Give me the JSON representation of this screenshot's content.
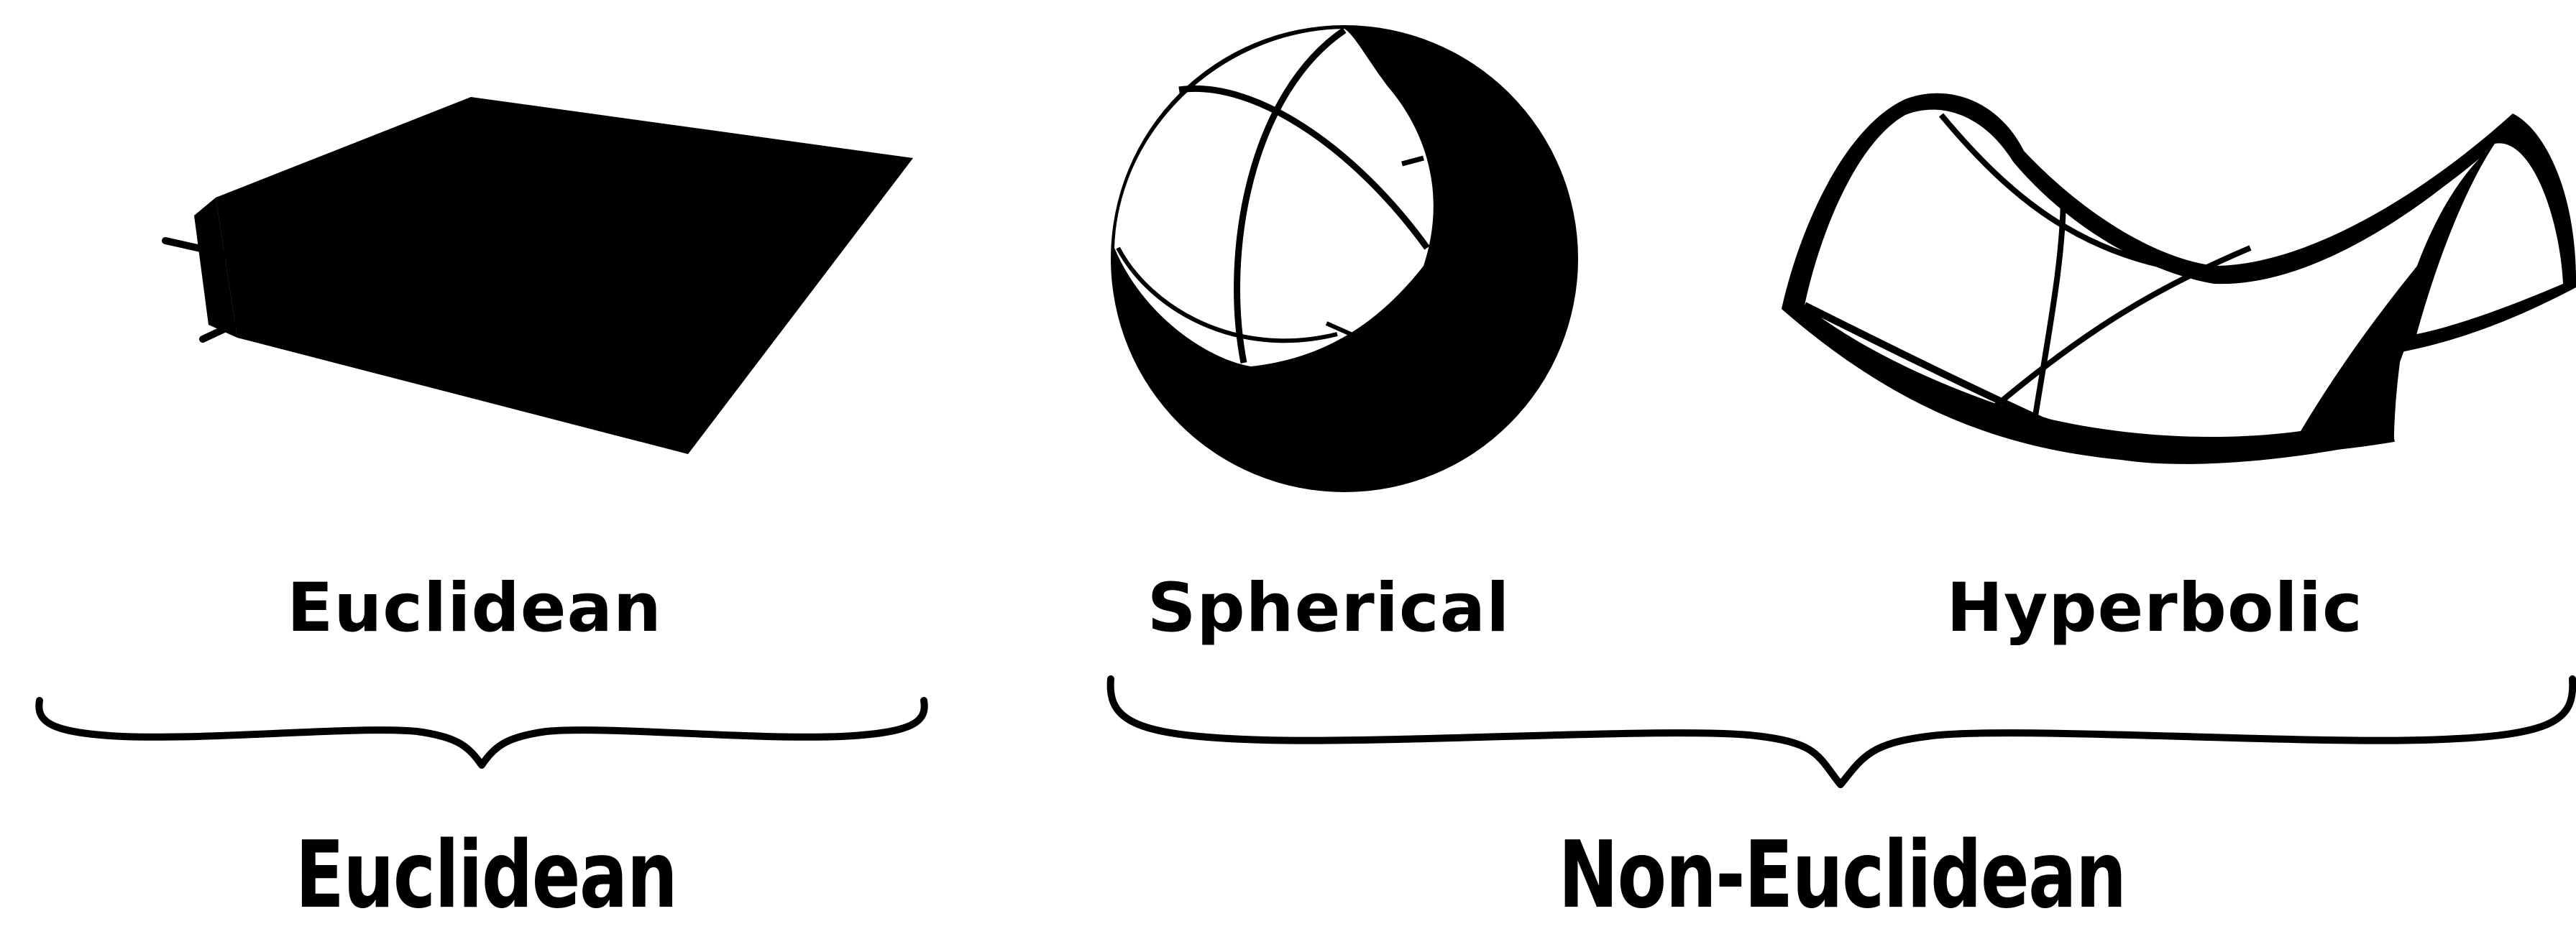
{
  "geometries": [
    {
      "name": "euclidean",
      "label": "Euclidean"
    },
    {
      "name": "spherical",
      "label": "Spherical"
    },
    {
      "name": "hyperbolic",
      "label": "Hyperbolic"
    }
  ],
  "groups": [
    {
      "name": "euclidean-group",
      "label": "Euclidean"
    },
    {
      "name": "non-euclidean-group",
      "label": "Non-Euclidean"
    }
  ],
  "colors": {
    "ink": "#000000",
    "paper": "#ffffff"
  }
}
